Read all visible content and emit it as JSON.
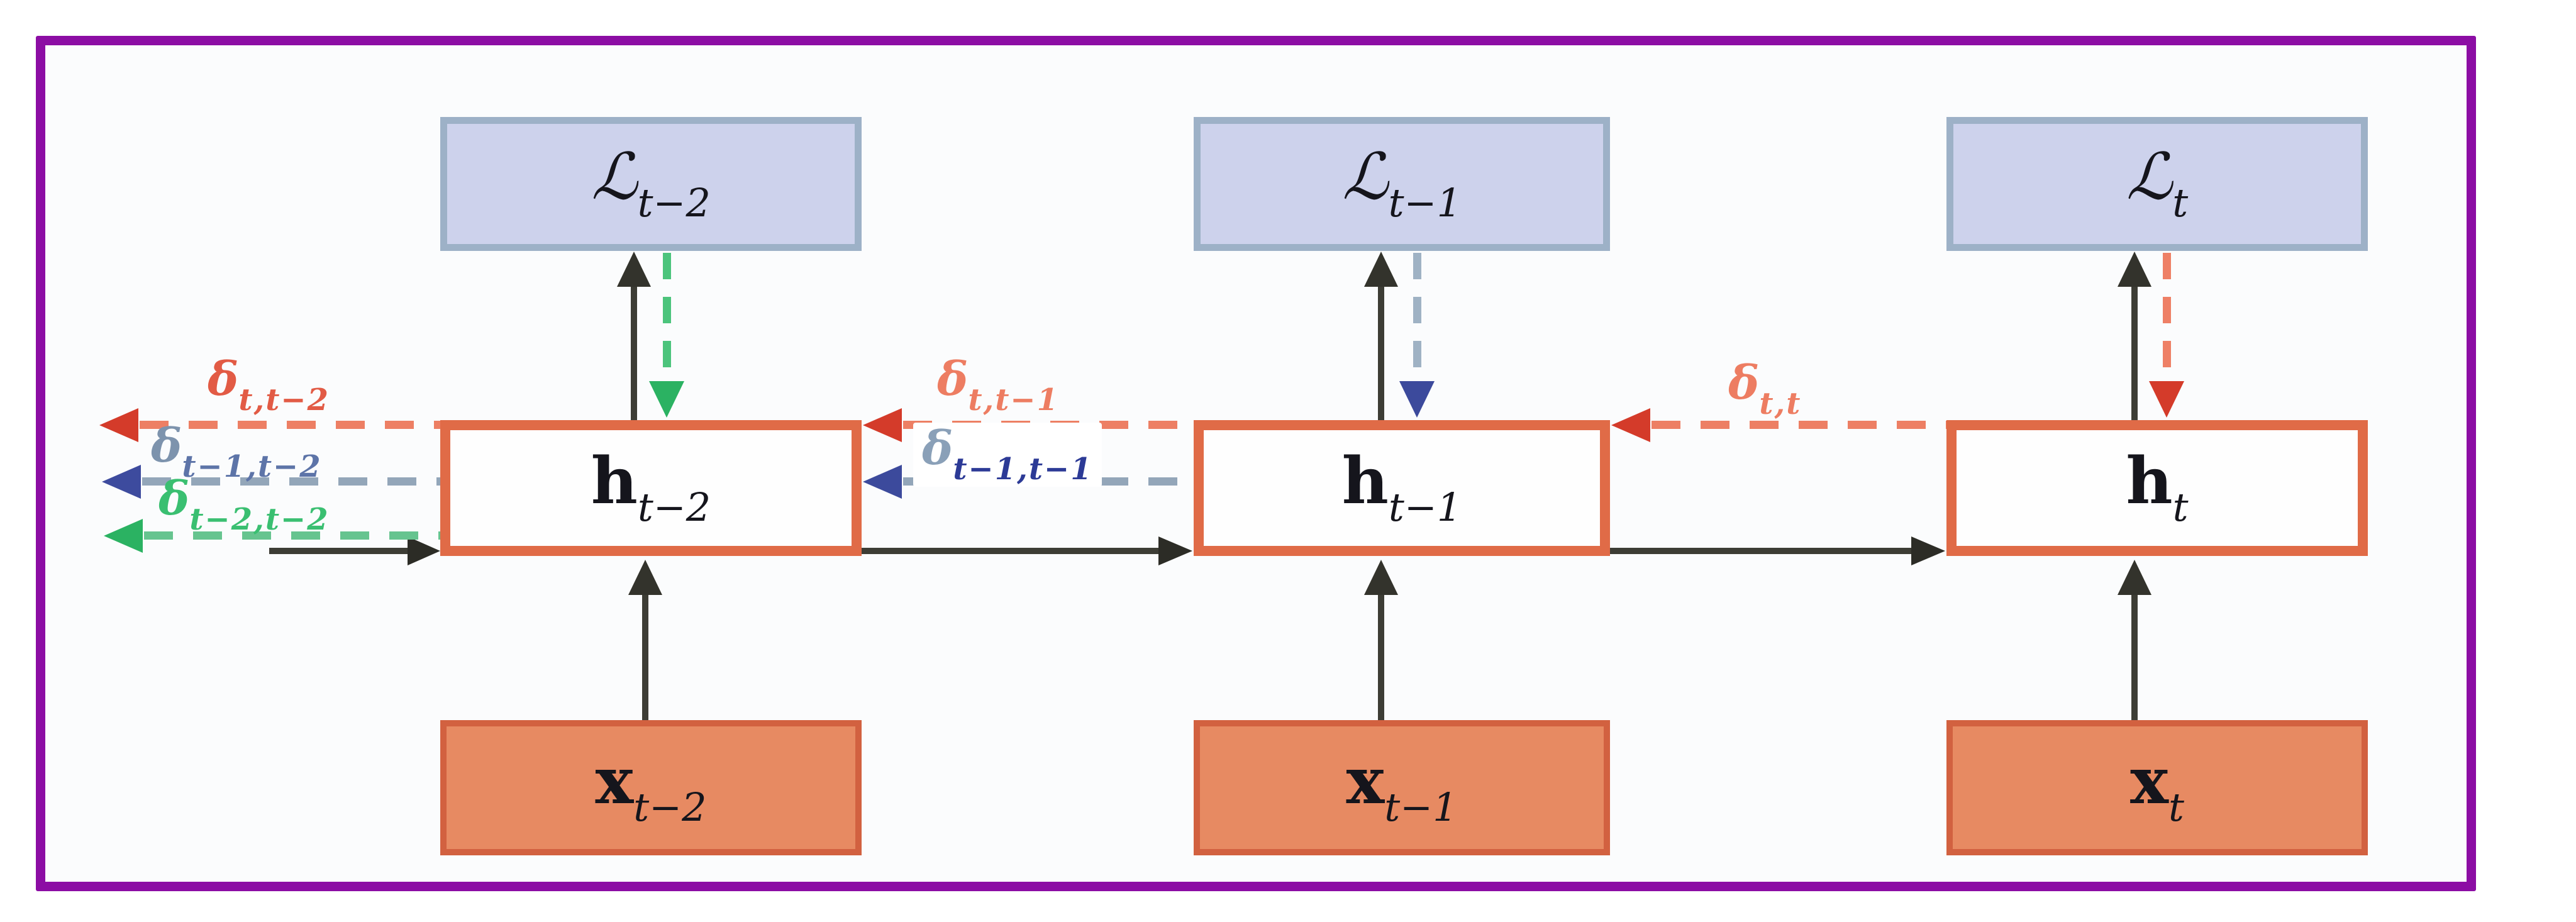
{
  "figure": {
    "description": "Unrolled recurrent network diagram with backpropagation-through-time gradient arrows"
  },
  "columns": [
    {
      "time": "t−2",
      "loss": {
        "symbol": "ℒ",
        "sub": "t−2"
      },
      "hidden": {
        "symbol": "h",
        "sub": "t−2"
      },
      "input": {
        "symbol": "x",
        "sub": "t−2"
      }
    },
    {
      "time": "t−1",
      "loss": {
        "symbol": "ℒ",
        "sub": "t−1"
      },
      "hidden": {
        "symbol": "h",
        "sub": "t−1"
      },
      "input": {
        "symbol": "x",
        "sub": "t−1"
      }
    },
    {
      "time": "t",
      "loss": {
        "symbol": "ℒ",
        "sub": "t"
      },
      "hidden": {
        "symbol": "h",
        "sub": "t"
      },
      "input": {
        "symbol": "x",
        "sub": "t"
      }
    }
  ],
  "gradients": [
    {
      "symbol": "δ",
      "sub": "t,t−2",
      "color": "#e25b45"
    },
    {
      "symbol": "δ",
      "sub": "t−1,t−2",
      "color": "#7d93ad",
      "sub_color": "#5d74a8"
    },
    {
      "symbol": "δ",
      "sub": "t−2,t−2",
      "color": "#3abf71"
    },
    {
      "symbol": "δ",
      "sub": "t,t−1",
      "color": "#ed7d62"
    },
    {
      "symbol": "δ",
      "sub": "t−1,t−1",
      "color": "#8aa0b8",
      "sub_color": "#2c3a96"
    },
    {
      "symbol": "δ",
      "sub": "t,t",
      "color": "#ed7d62"
    }
  ],
  "colors": {
    "frame_border": "#8c0da4",
    "loss_fill": "#cdd2ec",
    "loss_border": "#9db1c7",
    "hidden_fill": "#fefefe",
    "hidden_border": "#e06b47",
    "input_fill": "#e78a62",
    "input_border": "#d26140",
    "forward_arrow": "#3d3d35",
    "grad_red_dash": "#ed7f64",
    "grad_red_head": "#d43b2a",
    "grad_blue_dash": "#93a6b9",
    "grad_blue_head": "#3c4a9c",
    "grad_green_dash": "#66c48f",
    "grad_green_head": "#2bb262"
  }
}
